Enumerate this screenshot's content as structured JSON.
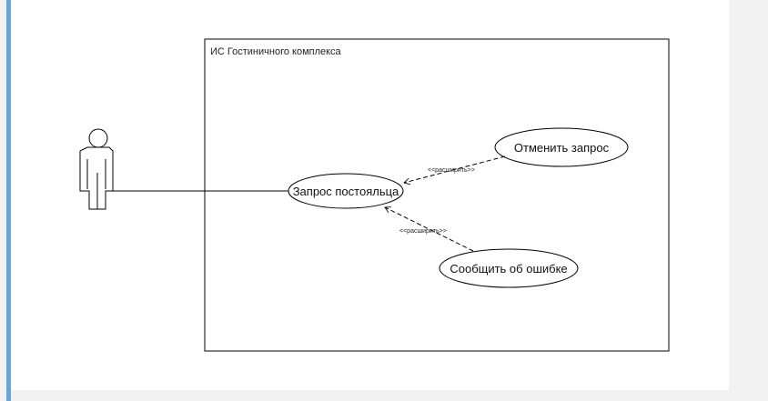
{
  "system": {
    "title": "ИС Гостиничного комплекса"
  },
  "use_cases": {
    "guest_request": "Запрос постояльца",
    "cancel_request": "Отменить запрос",
    "report_error": "Сообщить об ошибке"
  },
  "relations": {
    "extend_cancel": "<<расширить>>",
    "extend_error": "<<расширить>>"
  },
  "colors": {
    "accent": "#6aa6d8",
    "stroke": "#000000",
    "background": "#ffffff"
  }
}
